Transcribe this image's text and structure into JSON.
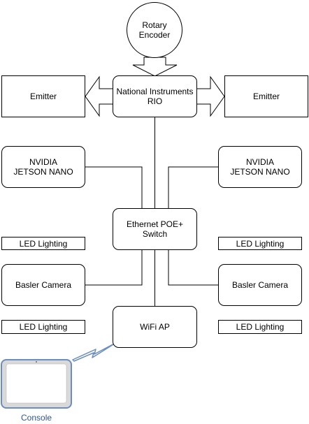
{
  "nodes": {
    "encoder": "Rotary\nEncoder",
    "rio": "National Instruments\nRIO",
    "emitter_left": "Emitter",
    "emitter_right": "Emitter",
    "nano_left": "NVIDIA\nJETSON NANO",
    "nano_right": "NVIDIA\nJETSON NANO",
    "switch": "Ethernet POE+\nSwitch",
    "led_left_top": "LED Lighting",
    "led_right_top": "LED Lighting",
    "camera_left": "Basler Camera",
    "camera_right": "Basler Camera",
    "led_left_bottom": "LED Lighting",
    "led_right_bottom": "LED Lighting",
    "wifi": "WiFi AP",
    "console_label": "Console"
  },
  "colors": {
    "line": "#000000",
    "console_frame": "#6c8ebf",
    "console_fill": "#d9d9d9",
    "wireless": "#6c8ebf",
    "console_text": "#2f5597"
  }
}
